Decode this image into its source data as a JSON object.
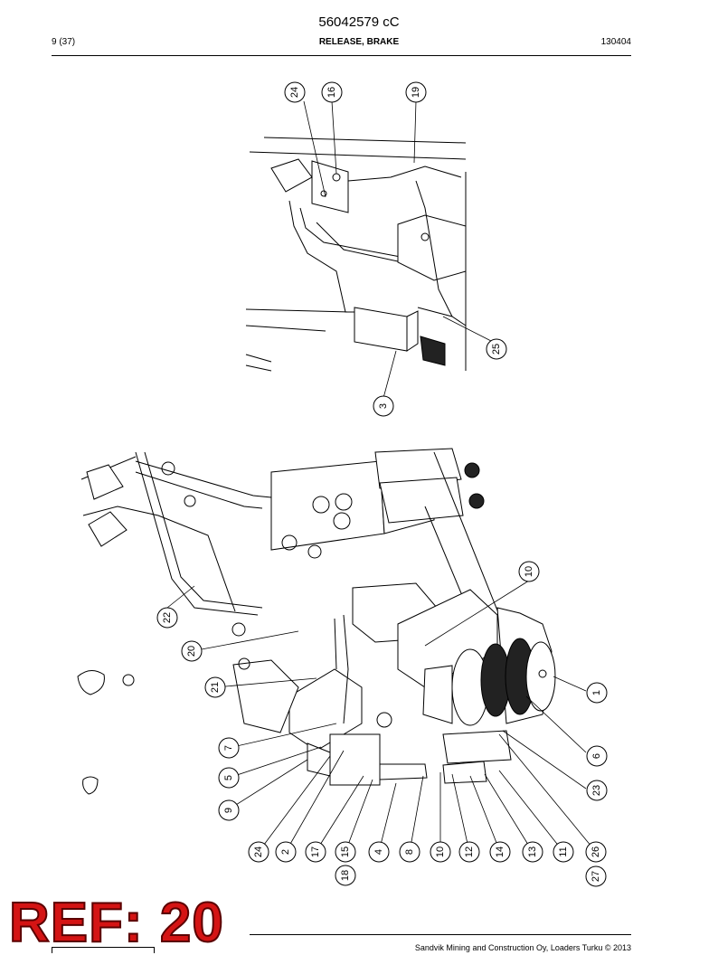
{
  "header": {
    "doc_number": "56042579 cC",
    "page": "9 (37)",
    "title": "RELEASE, BRAKE",
    "date": "130404"
  },
  "stamp": {
    "text": "REF: 20",
    "color": "#d41414"
  },
  "footer": {
    "text": "Sandvik Mining and Construction Oy, Loaders Turku © 2013"
  },
  "callouts_top": [
    "24",
    "16",
    "19",
    "25",
    "3"
  ],
  "callouts_bottom": [
    "10",
    "22",
    "20",
    "21",
    "1",
    "7",
    "6",
    "5",
    "23",
    "9",
    "24",
    "2",
    "17",
    "15",
    "18",
    "4",
    "8",
    "10",
    "12",
    "14",
    "13",
    "11",
    "26",
    "27"
  ]
}
